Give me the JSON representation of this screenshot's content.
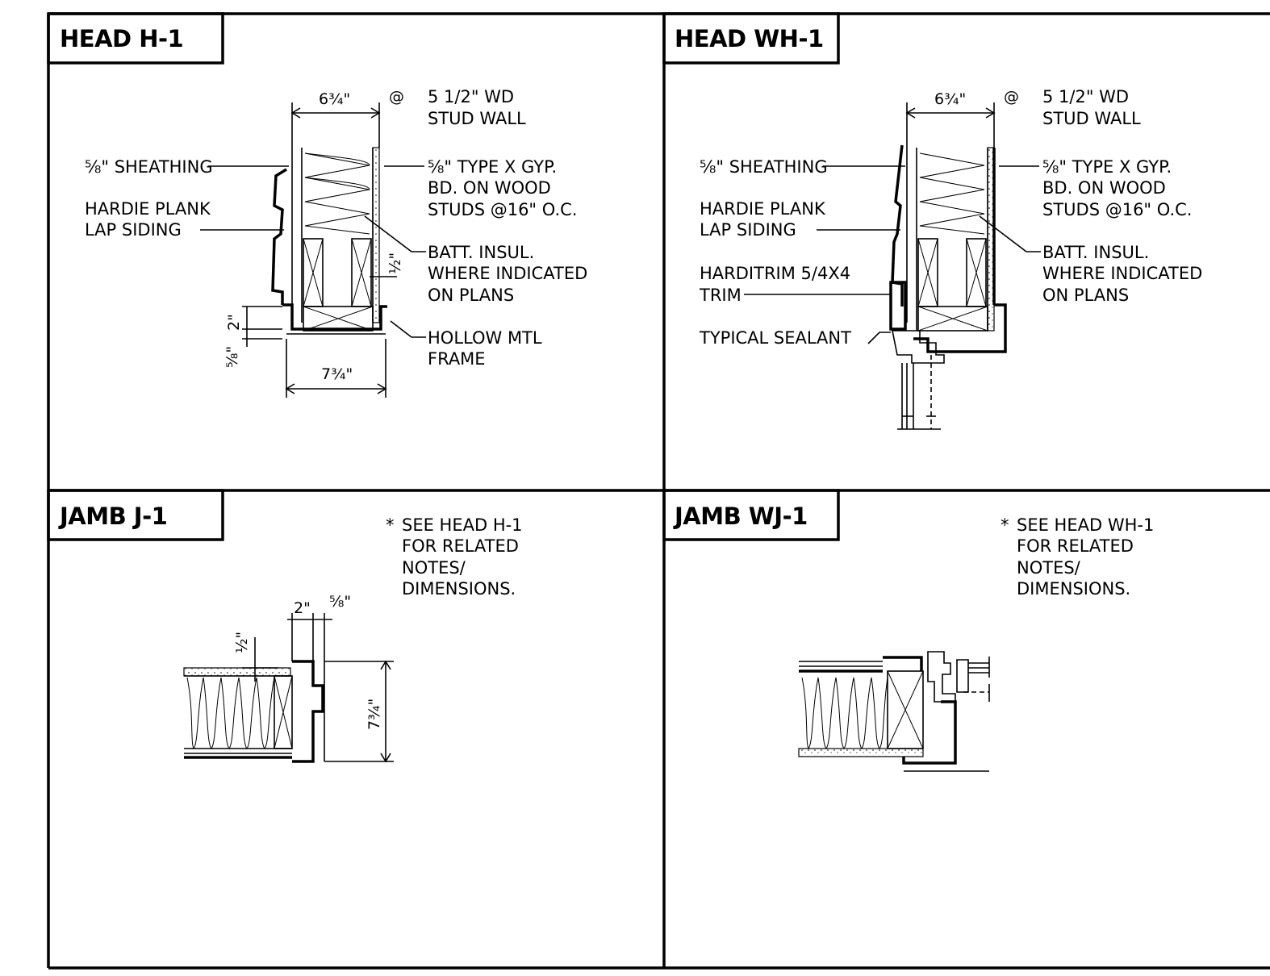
{
  "panels": {
    "head_h1": {
      "title": "HEAD H-1",
      "dim_top": "6¾\"",
      "at": "@",
      "wall": [
        "5 1/2\" WD",
        "STUD WALL"
      ],
      "sheathing": "⅝\" SHEATHING",
      "siding": [
        "HARDIE PLANK",
        "LAP SIDING"
      ],
      "gyp": [
        "⅝\" TYPE X GYP.",
        "BD. ON WOOD",
        "STUDS @16\" O.C."
      ],
      "batt": [
        "BATT. INSUL.",
        "WHERE INDICATED",
        "ON PLANS"
      ],
      "frame": [
        "HOLLOW MTL",
        "FRAME"
      ],
      "dim_half": "½\"",
      "dim_2": "2\"",
      "dim_58": "⅝\"",
      "dim_bottom": "7¾\""
    },
    "head_wh1": {
      "title": "HEAD WH-1",
      "dim_top": "6¾\"",
      "at": "@",
      "wall": [
        "5 1/2\" WD",
        "STUD WALL"
      ],
      "sheathing": "⅝\" SHEATHING",
      "siding": [
        "HARDIE PLANK",
        "LAP SIDING"
      ],
      "trim": [
        "HARDITRIM 5/4X4",
        "TRIM"
      ],
      "sealant": "TYPICAL SEALANT",
      "gyp": [
        "⅝\" TYPE X GYP.",
        "BD. ON WOOD",
        "STUDS @16\" O.C."
      ],
      "batt": [
        "BATT. INSUL.",
        "WHERE INDICATED",
        "ON PLANS"
      ]
    },
    "jamb_j1": {
      "title": "JAMB J-1",
      "note": [
        "SEE HEAD H-1",
        "FOR RELATED",
        "NOTES/",
        "DIMENSIONS."
      ],
      "dim_2": "2\"",
      "dim_58": "⅝\"",
      "dim_half": "½\"",
      "dim_74": "7¾\""
    },
    "jamb_wj1": {
      "title": "JAMB WJ-1",
      "note": [
        "SEE HEAD WH-1",
        "FOR RELATED",
        "NOTES/",
        "DIMENSIONS."
      ]
    }
  }
}
